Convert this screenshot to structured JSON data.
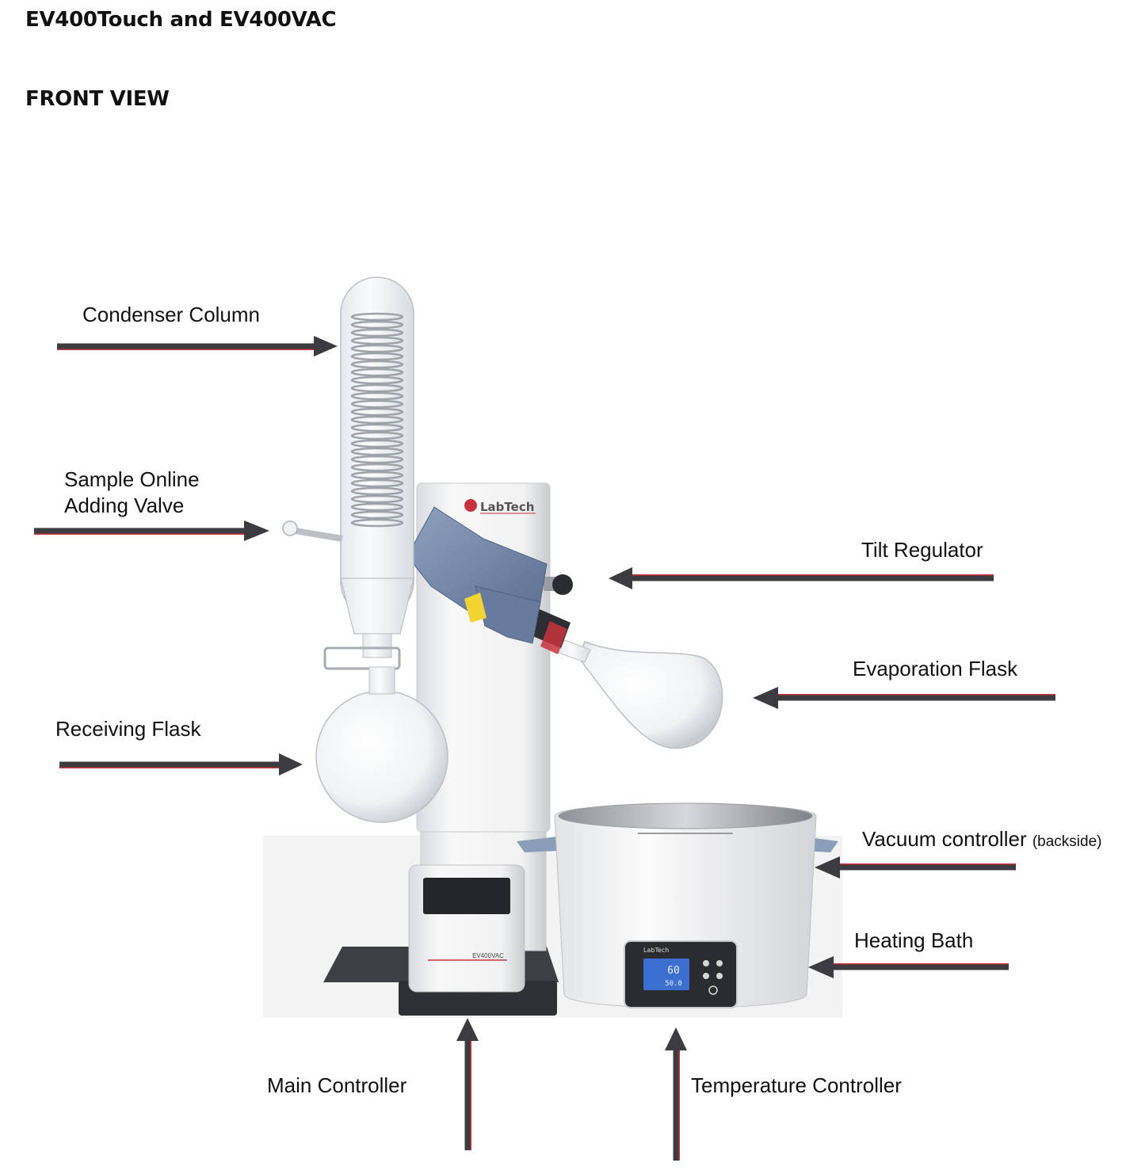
{
  "document": {
    "title": "EV400Touch and EV400VAC",
    "subtitle": "FRONT VIEW"
  },
  "labels": {
    "condenser_column": "Condenser Column",
    "sample_online_line1": "Sample Online",
    "sample_online_line2": "Adding Valve",
    "receiving_flask": "Receiving Flask",
    "tilt_regulator": "Tilt Regulator",
    "evaporation_flask": "Evaporation Flask",
    "vacuum_controller": "Vacuum controller",
    "vacuum_controller_note": "(backside)",
    "heating_bath": "Heating Bath",
    "main_controller": "Main Controller",
    "temperature_controller": "Temperature Controller"
  },
  "device": {
    "brand_logo": "LabTech",
    "model_plate": "EV400VAC",
    "bath_logo": "LabTech",
    "bath_display_top": "60",
    "bath_display_bottom": "50.0"
  },
  "colors": {
    "arrow": "#3c3c40",
    "accent": "#c8323c",
    "motor_blue": "#6f86a8"
  }
}
